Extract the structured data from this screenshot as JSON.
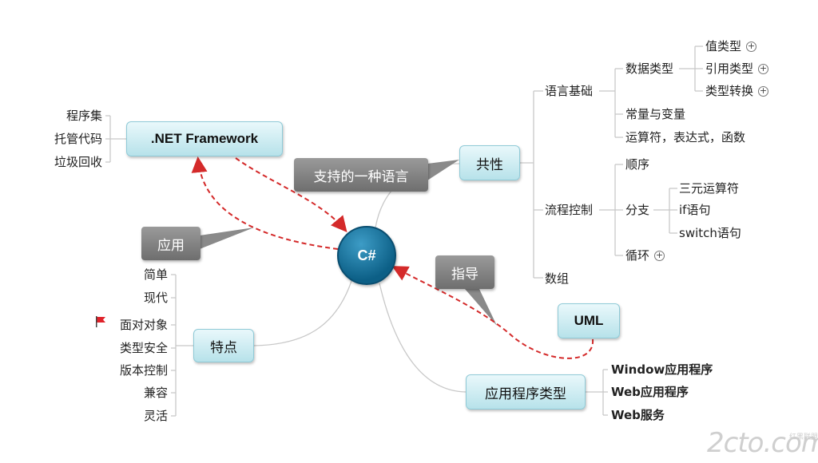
{
  "center": "C#",
  "net": {
    "title": ".NET Framework",
    "leaves": [
      "程序集",
      "托管代码",
      "垃圾回收"
    ]
  },
  "callouts": {
    "support": "支持的一种语言",
    "apply": "应用",
    "guide": "指导"
  },
  "features": {
    "title": "特点",
    "leaves": [
      "简单",
      "现代",
      "面对对象",
      "类型安全",
      "版本控制",
      "兼容",
      "灵活"
    ]
  },
  "common": {
    "title": "共性",
    "lang_basics": {
      "label": "语言基础",
      "data_types": {
        "label": "数据类型",
        "items": [
          "值类型",
          "引用类型",
          "类型转换"
        ]
      },
      "const_var": "常量与变量",
      "operators": "运算符，表达式，函数"
    },
    "flow": {
      "label": "流程控制",
      "seq": "顺序",
      "branch": {
        "label": "分支",
        "items": [
          "三元运算符",
          "if语句",
          "switch语句"
        ]
      },
      "loop": "循环"
    },
    "array": "数组"
  },
  "uml": "UML",
  "apptypes": {
    "title": "应用程序类型",
    "items": [
      "Window应用程序",
      "Web应用程序",
      "Web服务"
    ]
  },
  "plus_symbol": "+",
  "watermark": {
    "main": "2cto.com",
    "sub": "红黑联盟"
  },
  "colors": {
    "topic_fill": "#bfe6ee",
    "callout": "#7a7a7a",
    "center": "#0c6a94",
    "arrow": "#d42a2a"
  }
}
